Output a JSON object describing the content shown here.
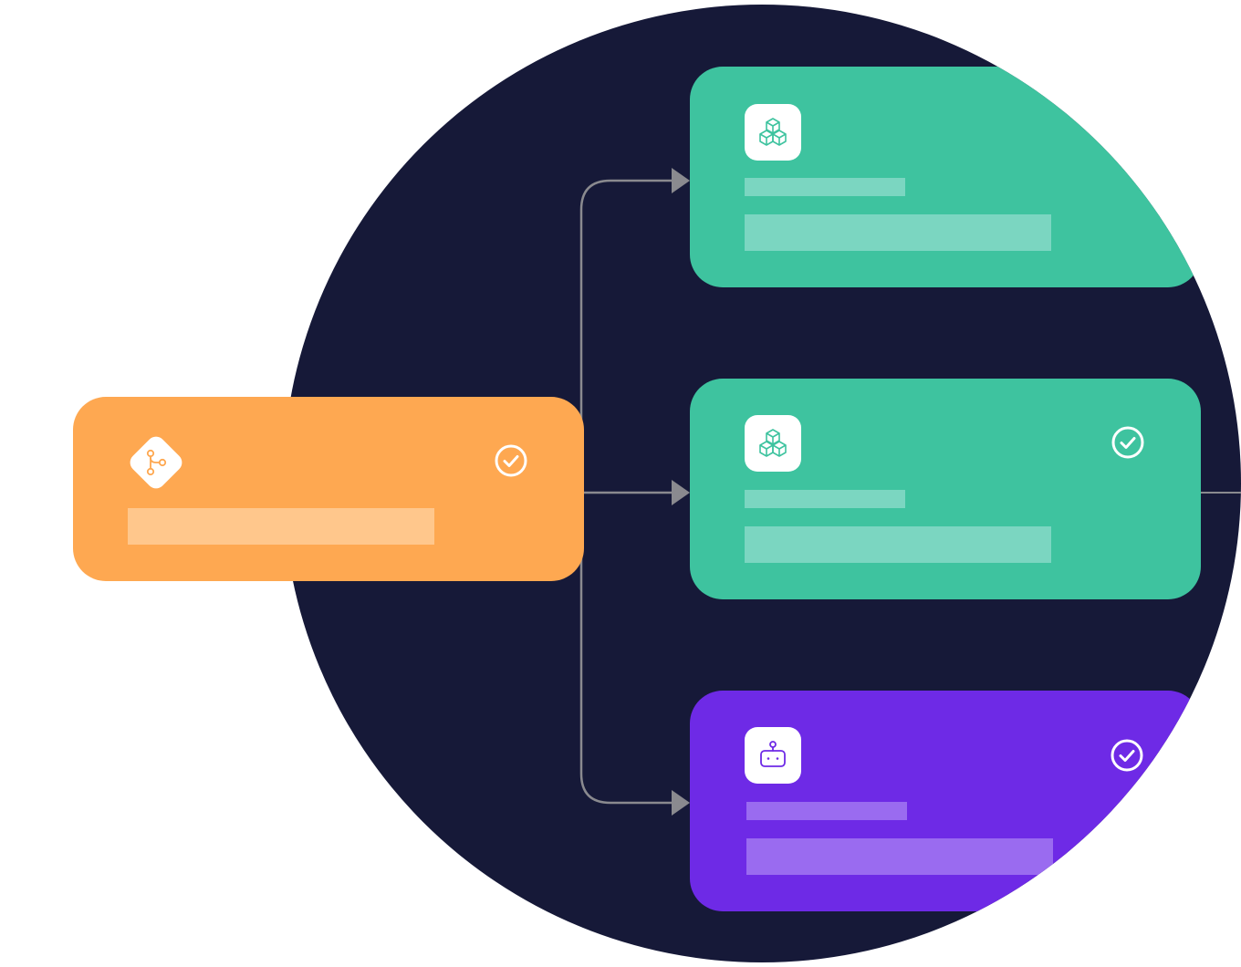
{
  "colors": {
    "background": "#ffffff",
    "circle": "#161938",
    "connector": "#8a8a8f",
    "orange": "#fea851",
    "orange_bar": "#ffc78c",
    "green": "#3ec39f",
    "green_bar": "#7bd6c1",
    "purple": "#6e2ae6",
    "purple_bar": "#9a6bf0",
    "white": "#ffffff"
  },
  "nodes": [
    {
      "id": "source",
      "color": "orange",
      "icon": "branch-icon",
      "status": "check-circle-icon"
    },
    {
      "id": "target-top",
      "color": "green",
      "icon": "cubes-icon",
      "status": ""
    },
    {
      "id": "target-middle",
      "color": "green",
      "icon": "cubes-icon",
      "status": "check-circle-icon"
    },
    {
      "id": "target-bottom",
      "color": "purple",
      "icon": "robot-icon",
      "status": "check-circle-icon"
    }
  ],
  "edges": [
    {
      "from": "source",
      "to": "target-top"
    },
    {
      "from": "source",
      "to": "target-middle"
    },
    {
      "from": "source",
      "to": "target-bottom"
    }
  ]
}
